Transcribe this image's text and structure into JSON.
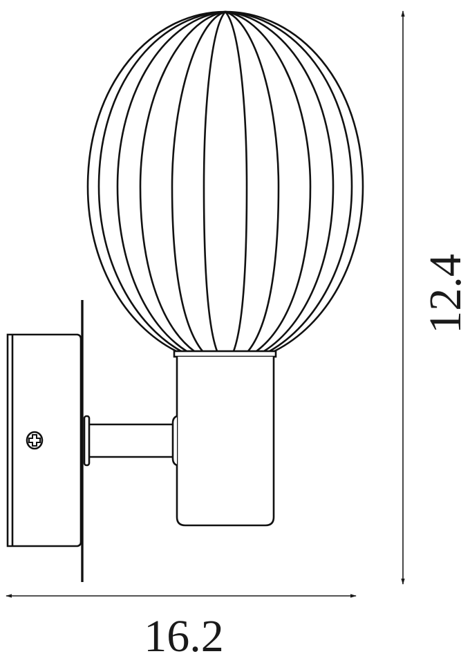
{
  "drawing": {
    "title": "Wall lamp dimension drawing",
    "stroke_color": "#111111",
    "background": "#ffffff",
    "parts": [
      "ribbed-oval-glass-shade",
      "shade-collar",
      "cylindrical-lamp-holder",
      "horizontal-arm",
      "wall-mount-box",
      "wall-plate",
      "phillips-screw"
    ]
  },
  "dimensions": {
    "width": {
      "value": "16.2",
      "orientation": "horizontal"
    },
    "height": {
      "value": "12.4",
      "orientation": "vertical"
    }
  }
}
